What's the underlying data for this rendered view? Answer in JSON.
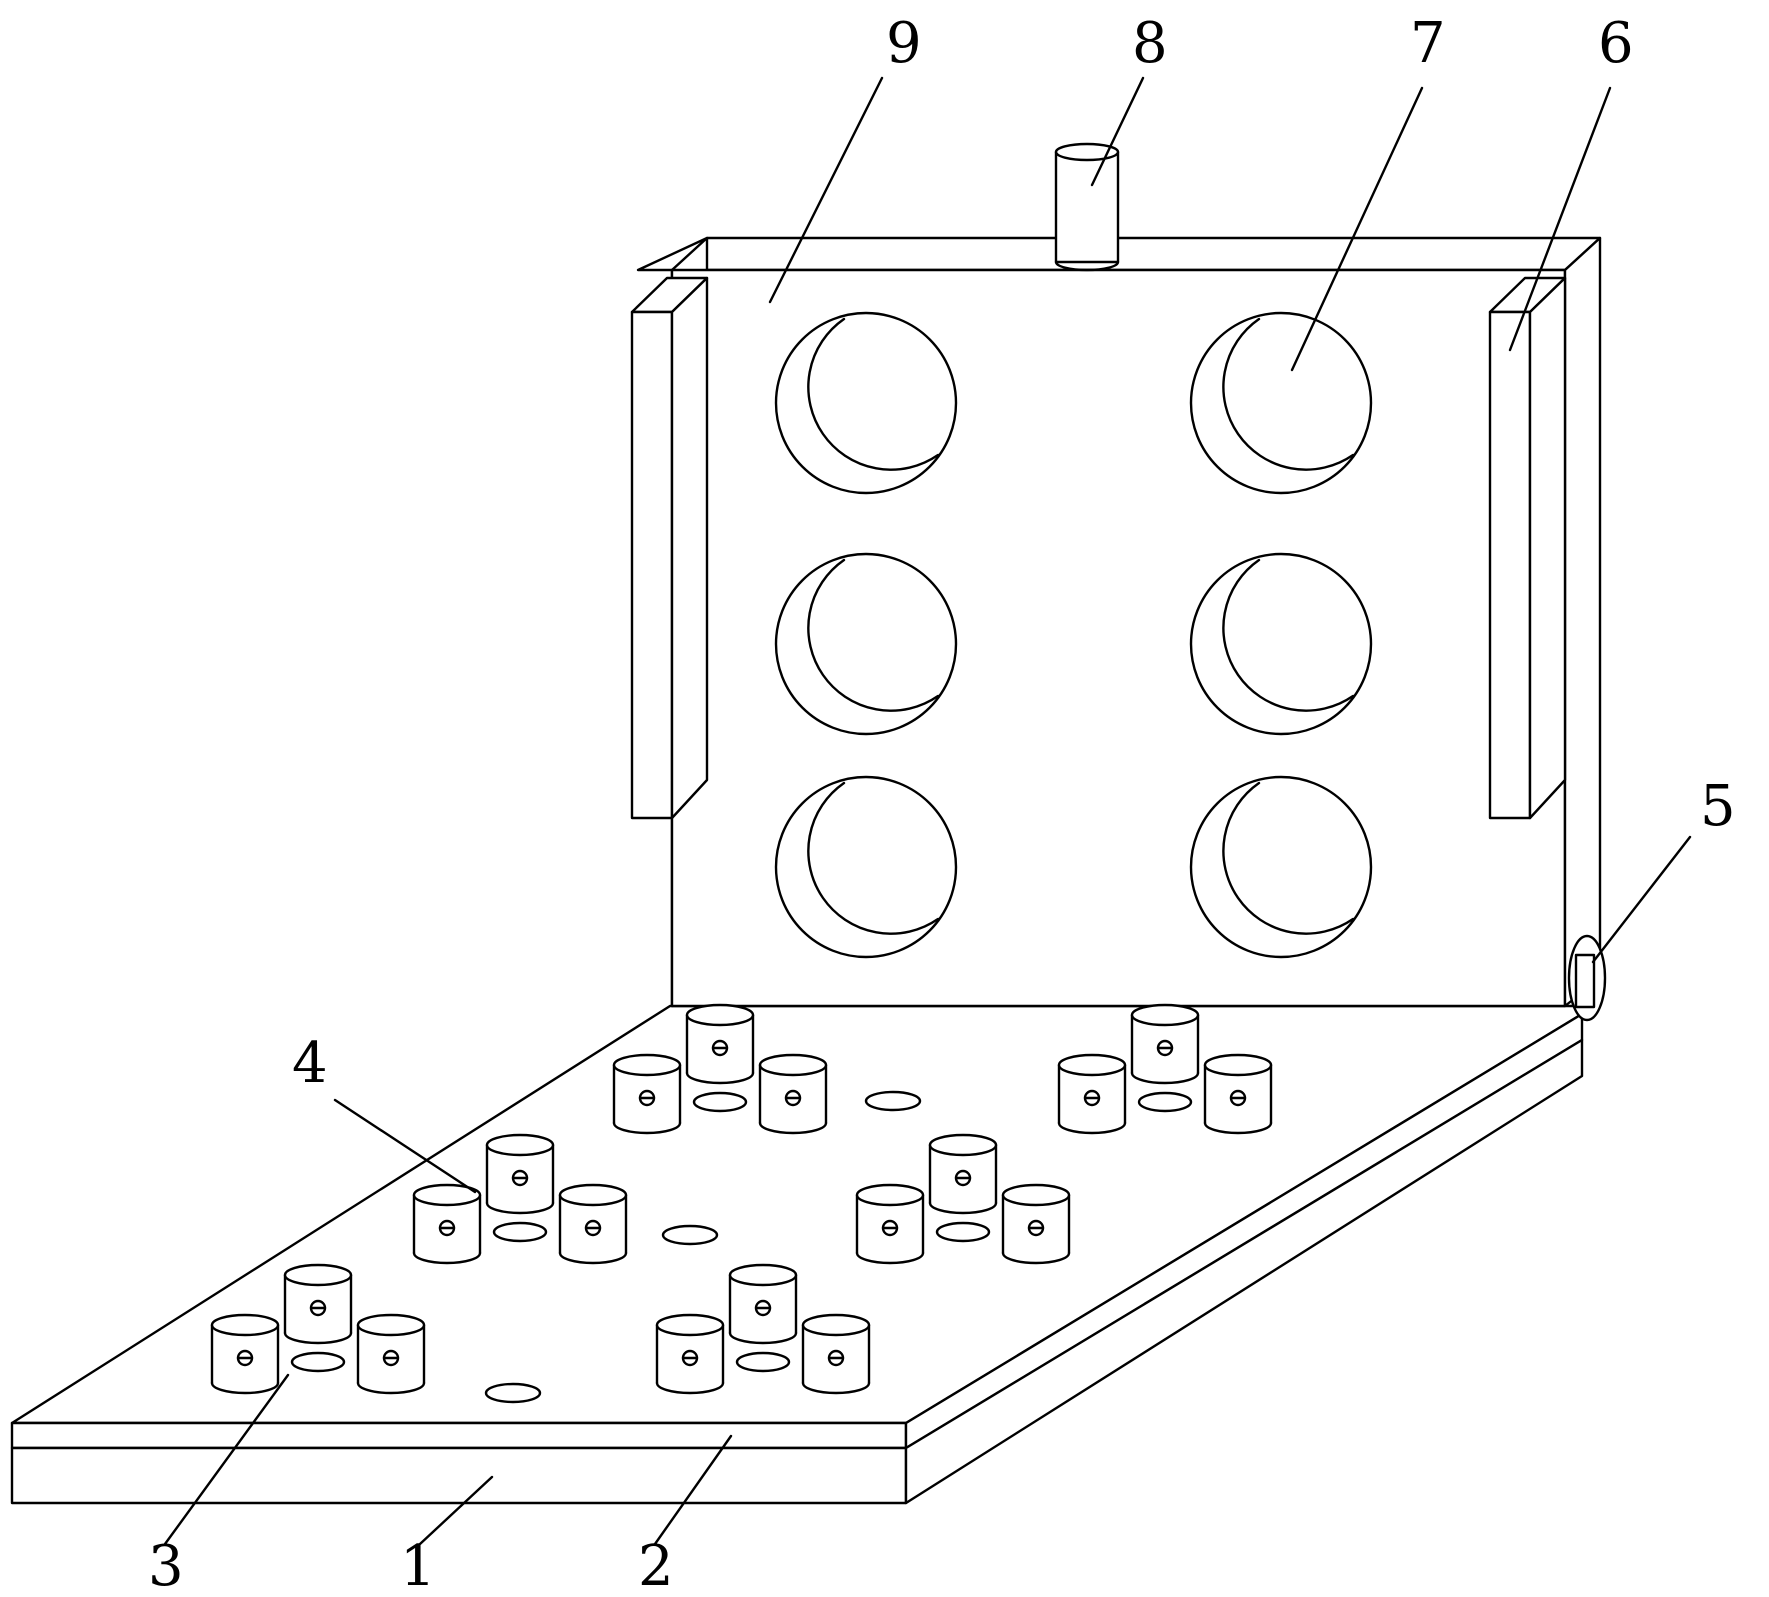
{
  "figure": {
    "labels": [
      {
        "id": "1",
        "text": "1"
      },
      {
        "id": "2",
        "text": "2"
      },
      {
        "id": "3",
        "text": "3"
      },
      {
        "id": "4",
        "text": "4"
      },
      {
        "id": "5",
        "text": "5"
      },
      {
        "id": "6",
        "text": "6"
      },
      {
        "id": "7",
        "text": "7"
      },
      {
        "id": "8",
        "text": "8"
      },
      {
        "id": "9",
        "text": "9"
      }
    ]
  }
}
